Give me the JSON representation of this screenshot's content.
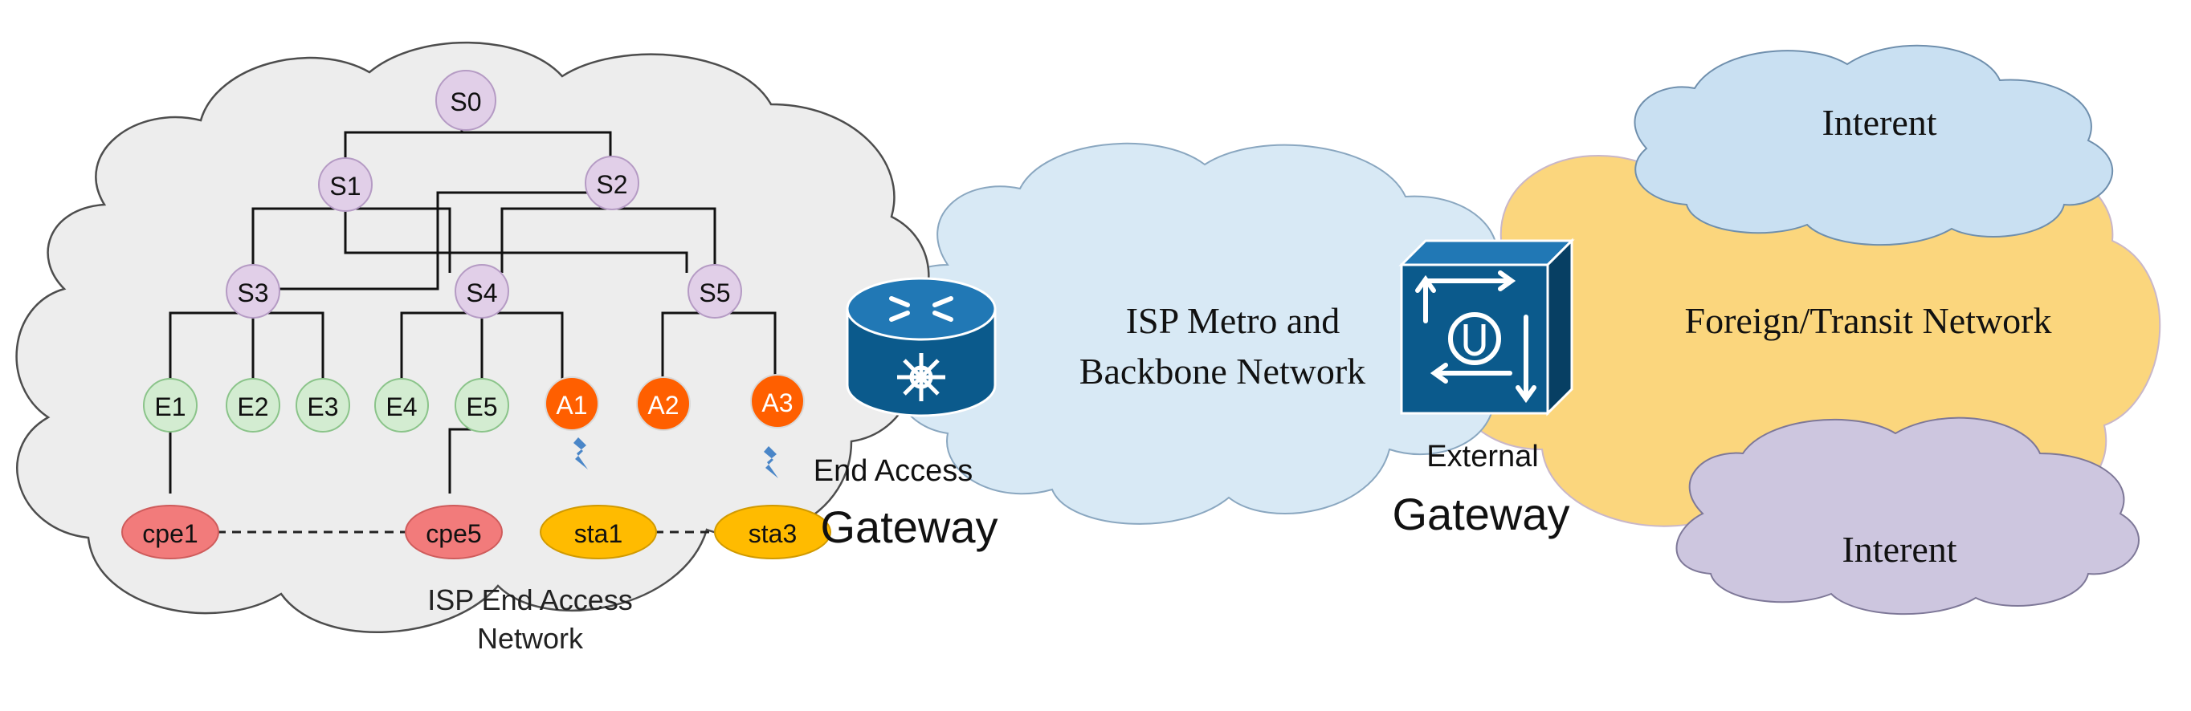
{
  "diagram": {
    "end_access_network_label": [
      "ISP End Access",
      "Network"
    ],
    "metro_label": [
      "ISP Metro and",
      "Backbone Network"
    ],
    "transit_label": "Foreign/Transit Network",
    "internet_top_label": "Interent",
    "internet_bottom_label": "Interent",
    "end_access_gateway_label": [
      "End Access",
      "Gateway"
    ],
    "external_gateway_label": [
      "External",
      "Gateway"
    ],
    "nodes": {
      "s0": "S0",
      "s1": "S1",
      "s2": "S2",
      "s3": "S3",
      "s4": "S4",
      "s5": "S5",
      "e1": "E1",
      "e2": "E2",
      "e3": "E3",
      "e4": "E4",
      "e5": "E5",
      "a1": "A1",
      "a2": "A2",
      "a3": "A3",
      "cpe1": "cpe1",
      "cpe5": "cpe5",
      "sta1": "sta1",
      "sta3": "sta3"
    }
  },
  "colors": {
    "switch_fill": "#e1cfe8",
    "edge_fill": "#d3ecd1",
    "access_fill": "#ff5f00",
    "cpe_fill": "#f27b7b",
    "sta_fill": "#ffbb00",
    "end_cloud": "#ededed",
    "metro_cloud": "#d8e9f5",
    "transit_cloud": "#fbd67d",
    "internet_top_cloud": "#c9e0f2",
    "internet_bottom_cloud": "#cdc6df",
    "device_blue": "#0b5a8c",
    "wireless_blue": "#4a86c8"
  }
}
